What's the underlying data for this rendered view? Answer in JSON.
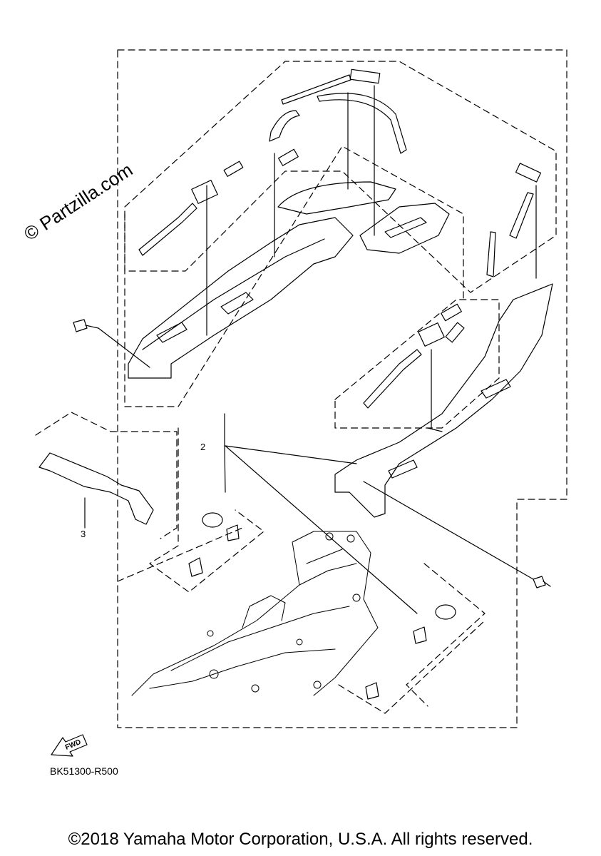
{
  "watermark": "© Partzilla.com",
  "callouts": {
    "part_2": "2",
    "part_3": "3"
  },
  "fwd_arrow_label": "FWD",
  "diagram_code": "BK51300-R500",
  "copyright": "©2018 Yamaha Motor Corporation, U.S.A. All rights reserved."
}
